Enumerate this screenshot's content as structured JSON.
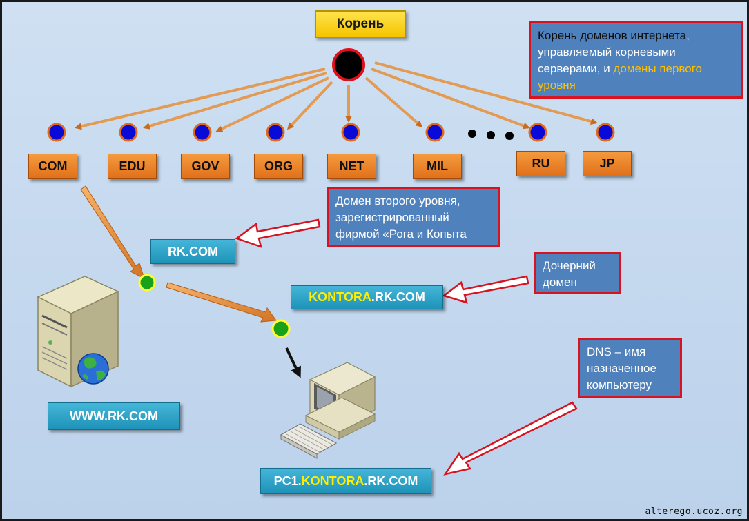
{
  "root": {
    "label": "Корень"
  },
  "tlds": [
    "COM",
    "EDU",
    "GOV",
    "ORG",
    "NET",
    "MIL",
    "RU",
    "JP"
  ],
  "ellipsis": "•  •  •",
  "second_level": {
    "label": "RK.COM"
  },
  "child_domain": {
    "highlight": "KONTORA",
    "rest": ".RK.COM"
  },
  "server_domain": {
    "label": "WWW.RK.COM"
  },
  "pc_domain": {
    "prefix": "PC1.",
    "highlight": "KONTORA",
    "rest": ".RK.COM"
  },
  "notes": {
    "root_note": {
      "part1": "Корень доменов интернета",
      "part2": ", управляемый корневыми серверами, и ",
      "part3": "домены первого уровня"
    },
    "second_level_note": "Домен второго уровня, зарегистрированный фирмой «Рога и Копыта",
    "child_note": "Дочерний домен",
    "dns_note": "DNS – имя назначенное компьютеру"
  },
  "watermark": "alterego.ucoz.org",
  "colors": {
    "background": "#c8dbef",
    "root_box": "#ffd21f",
    "tld_box": "#f0862a",
    "domain_box": "#2ea3c9",
    "note_fill": "#4f81bd",
    "note_border": "#d8121f",
    "highlight_text": "#ffee00",
    "gold_text": "#ffc000",
    "tld_node": "#0000cc",
    "subdomain_node": "#1aa11a",
    "arrow": "#e08a3a"
  }
}
